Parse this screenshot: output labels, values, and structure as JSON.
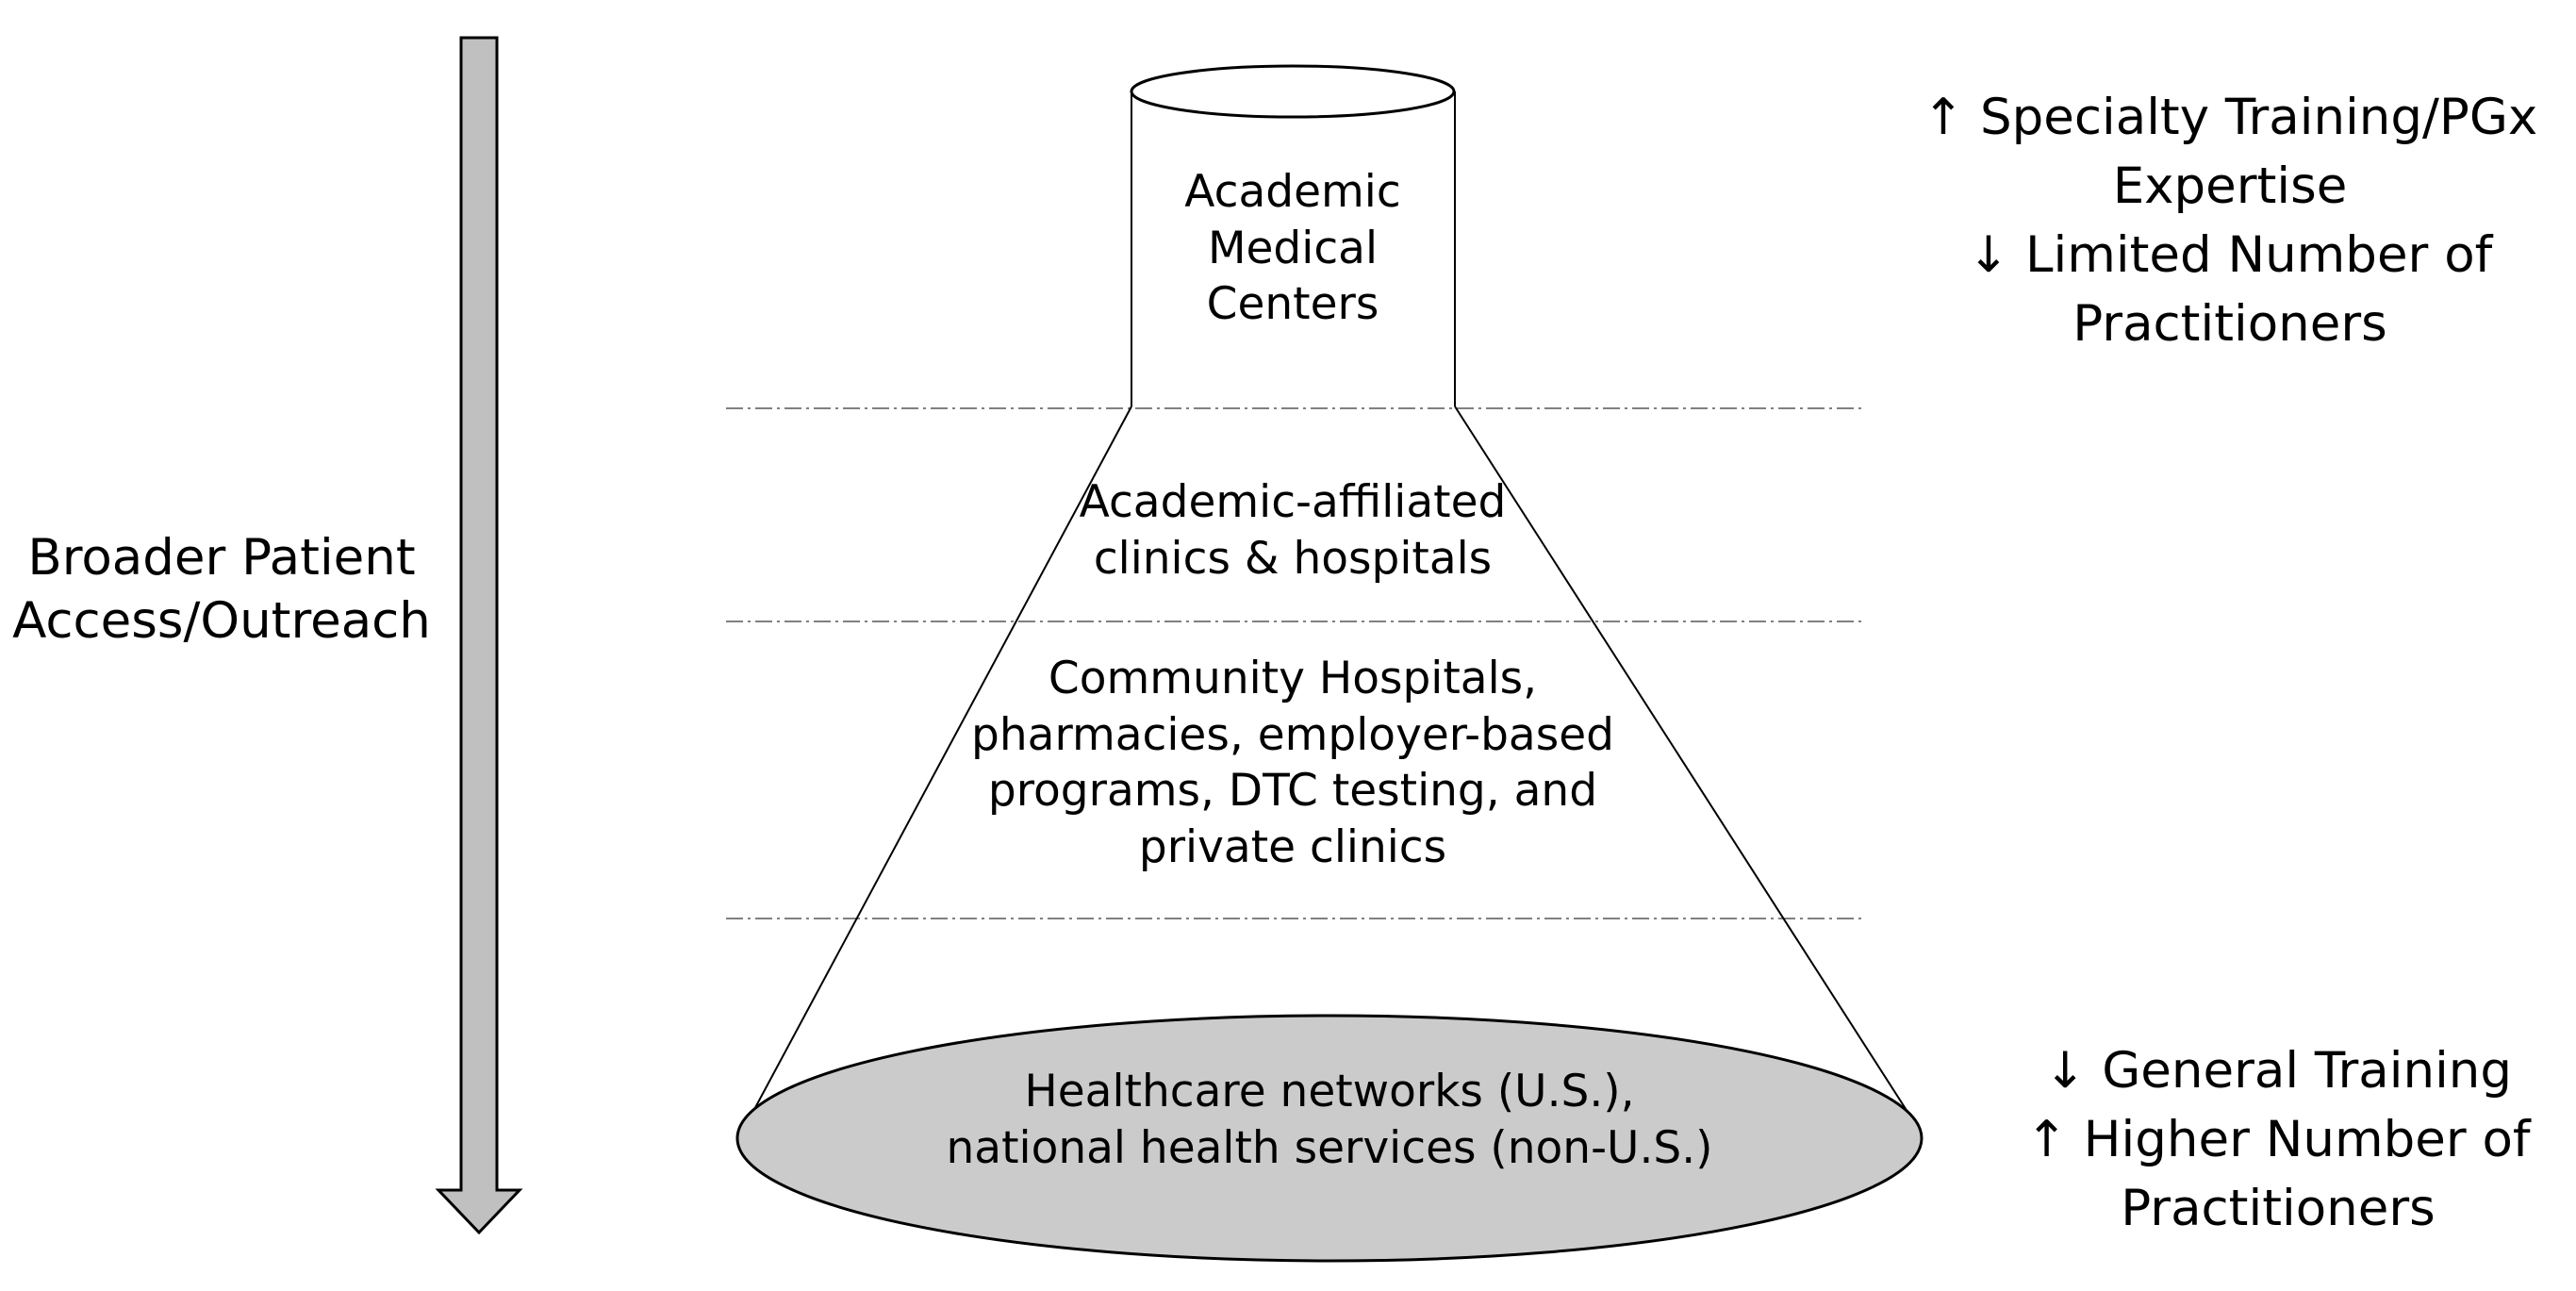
{
  "left_arrow": {
    "label_lines": [
      "Broader Patient",
      "Access/Outreach"
    ]
  },
  "tiers": {
    "top": {
      "label_lines": [
        "Academic",
        "Medical",
        "Centers"
      ]
    },
    "second": {
      "label_lines": [
        "Academic-affiliated",
        "clinics & hospitals"
      ]
    },
    "third": {
      "label_lines": [
        "Community Hospitals,",
        "pharmacies, employer-based",
        "programs, DTC testing, and",
        "private clinics"
      ]
    },
    "base": {
      "label_lines": [
        "Healthcare networks (U.S.),",
        "national health services (non-U.S.)"
      ]
    }
  },
  "right_top": {
    "label_lines": [
      "↑ Specialty Training/PGx",
      "Expertise",
      "↓ Limited Number of",
      "Practitioners"
    ]
  },
  "right_bottom": {
    "label_lines": [
      "↓ General Training",
      "↑  Higher Number of",
      "Practitioners"
    ]
  },
  "colors": {
    "arrow_fill": "#c0c0c0",
    "base_fill": "#cbcbcb",
    "line": "#000000",
    "divider": "#808080"
  }
}
